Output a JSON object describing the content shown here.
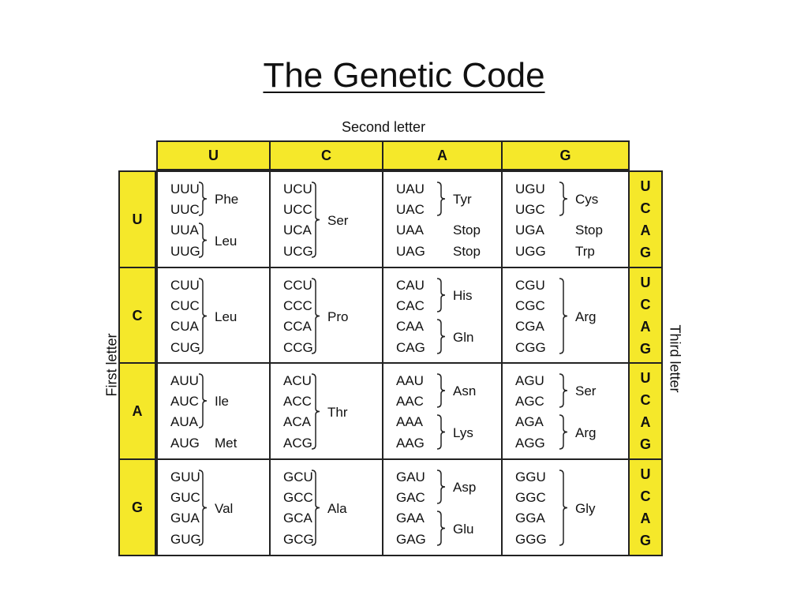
{
  "title": "The Genetic Code",
  "second_letter_label": "Second letter",
  "first_letter_label": "First letter",
  "third_letter_label": "Third letter",
  "colors": {
    "header_fill": "#f5e82a",
    "border": "#222222"
  },
  "second_letters": [
    "U",
    "C",
    "A",
    "G"
  ],
  "first_letters": [
    "U",
    "C",
    "A",
    "G"
  ],
  "third_letters": [
    "U",
    "C",
    "A",
    "G"
  ],
  "rows": [
    {
      "cells": [
        {
          "codons": [
            "UUU",
            "UUC",
            "UUA",
            "UUG"
          ],
          "groups": [
            {
              "aa": "Phe",
              "from": 0,
              "to": 1
            },
            {
              "aa": "Leu",
              "from": 2,
              "to": 3
            }
          ]
        },
        {
          "codons": [
            "UCU",
            "UCC",
            "UCA",
            "UCG"
          ],
          "groups": [
            {
              "aa": "Ser",
              "from": 0,
              "to": 3
            }
          ]
        },
        {
          "codons": [
            "UAU",
            "UAC",
            "UAA",
            "UAG"
          ],
          "groups": [
            {
              "aa": "Tyr",
              "from": 0,
              "to": 1
            },
            {
              "aa": "Stop",
              "from": 2,
              "to": 2
            },
            {
              "aa": "Stop",
              "from": 3,
              "to": 3
            }
          ]
        },
        {
          "codons": [
            "UGU",
            "UGC",
            "UGA",
            "UGG"
          ],
          "groups": [
            {
              "aa": "Cys",
              "from": 0,
              "to": 1
            },
            {
              "aa": "Stop",
              "from": 2,
              "to": 2
            },
            {
              "aa": "Trp",
              "from": 3,
              "to": 3
            }
          ]
        }
      ]
    },
    {
      "cells": [
        {
          "codons": [
            "CUU",
            "CUC",
            "CUA",
            "CUG"
          ],
          "groups": [
            {
              "aa": "Leu",
              "from": 0,
              "to": 3
            }
          ]
        },
        {
          "codons": [
            "CCU",
            "CCC",
            "CCA",
            "CCG"
          ],
          "groups": [
            {
              "aa": "Pro",
              "from": 0,
              "to": 3
            }
          ]
        },
        {
          "codons": [
            "CAU",
            "CAC",
            "CAA",
            "CAG"
          ],
          "groups": [
            {
              "aa": "His",
              "from": 0,
              "to": 1
            },
            {
              "aa": "Gln",
              "from": 2,
              "to": 3
            }
          ]
        },
        {
          "codons": [
            "CGU",
            "CGC",
            "CGA",
            "CGG"
          ],
          "groups": [
            {
              "aa": "Arg",
              "from": 0,
              "to": 3
            }
          ]
        }
      ]
    },
    {
      "cells": [
        {
          "codons": [
            "AUU",
            "AUC",
            "AUA",
            "AUG"
          ],
          "groups": [
            {
              "aa": "Ile",
              "from": 0,
              "to": 2
            },
            {
              "aa": "Met",
              "from": 3,
              "to": 3
            }
          ]
        },
        {
          "codons": [
            "ACU",
            "ACC",
            "ACA",
            "ACG"
          ],
          "groups": [
            {
              "aa": "Thr",
              "from": 0,
              "to": 3
            }
          ]
        },
        {
          "codons": [
            "AAU",
            "AAC",
            "AAA",
            "AAG"
          ],
          "groups": [
            {
              "aa": "Asn",
              "from": 0,
              "to": 1
            },
            {
              "aa": "Lys",
              "from": 2,
              "to": 3
            }
          ]
        },
        {
          "codons": [
            "AGU",
            "AGC",
            "AGA",
            "AGG"
          ],
          "groups": [
            {
              "aa": "Ser",
              "from": 0,
              "to": 1
            },
            {
              "aa": "Arg",
              "from": 2,
              "to": 3
            }
          ]
        }
      ]
    },
    {
      "cells": [
        {
          "codons": [
            "GUU",
            "GUC",
            "GUA",
            "GUG"
          ],
          "groups": [
            {
              "aa": "Val",
              "from": 0,
              "to": 3
            }
          ]
        },
        {
          "codons": [
            "GCU",
            "GCC",
            "GCA",
            "GCG"
          ],
          "groups": [
            {
              "aa": "Ala",
              "from": 0,
              "to": 3
            }
          ]
        },
        {
          "codons": [
            "GAU",
            "GAC",
            "GAA",
            "GAG"
          ],
          "groups": [
            {
              "aa": "Asp",
              "from": 0,
              "to": 1
            },
            {
              "aa": "Glu",
              "from": 2,
              "to": 3
            }
          ]
        },
        {
          "codons": [
            "GGU",
            "GGC",
            "GGA",
            "GGG"
          ],
          "groups": [
            {
              "aa": "Gly",
              "from": 0,
              "to": 3
            }
          ]
        }
      ]
    }
  ]
}
